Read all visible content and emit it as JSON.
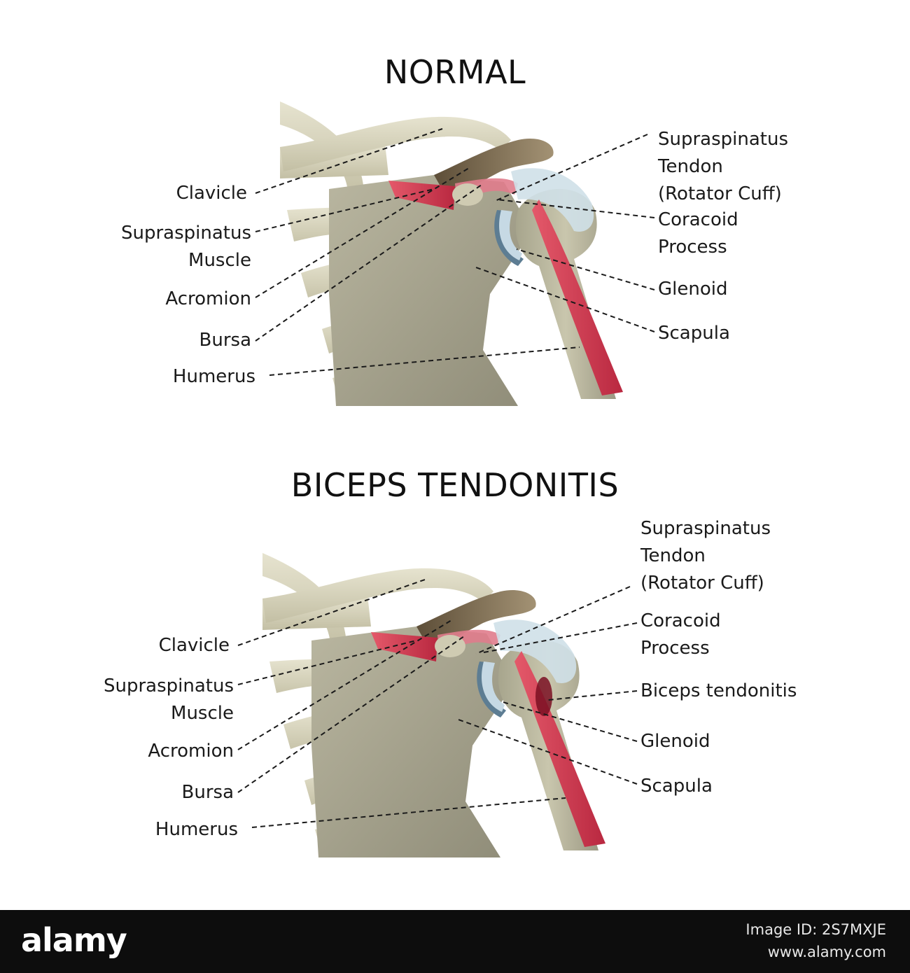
{
  "normal": {
    "title": "NORMAL",
    "labels": {
      "clavicle": "Clavicle",
      "supraspinatus_muscle": "Supraspinatus\nMuscle",
      "acromion": "Acromion",
      "bursa": "Bursa",
      "humerus": "Humerus",
      "supraspinatus_tendon": "Supraspinatus\nTendon\n(Rotator Cuff)",
      "coracoid_process": "Coracoid\nProcess",
      "glenoid": "Glenoid",
      "scapula": "Scapula"
    }
  },
  "tendonitis": {
    "title": "BICEPS TENDONITIS",
    "labels": {
      "clavicle": "Clavicle",
      "supraspinatus_muscle": "Supraspinatus\nMuscle",
      "acromion": "Acromion",
      "bursa": "Bursa",
      "humerus": "Humerus",
      "supraspinatus_tendon": "Supraspinatus\nTendon\n(Rotator Cuff)",
      "coracoid_process": "Coracoid\nProcess",
      "biceps_tendonitis": "Biceps tendonitis",
      "glenoid": "Glenoid",
      "scapula": "Scapula"
    }
  },
  "footer": {
    "brand": "alamy",
    "image_id": "Image ID: 2S7MXJE",
    "site": "www.alamy.com"
  },
  "colors": {
    "bone": "#d9d5bd",
    "scapula": "#a9a692",
    "muscle": "#d0364d",
    "cartilage": "#bcd3de",
    "acromion": "#8a7a5e",
    "footer_bg": "#0d0d0d"
  }
}
